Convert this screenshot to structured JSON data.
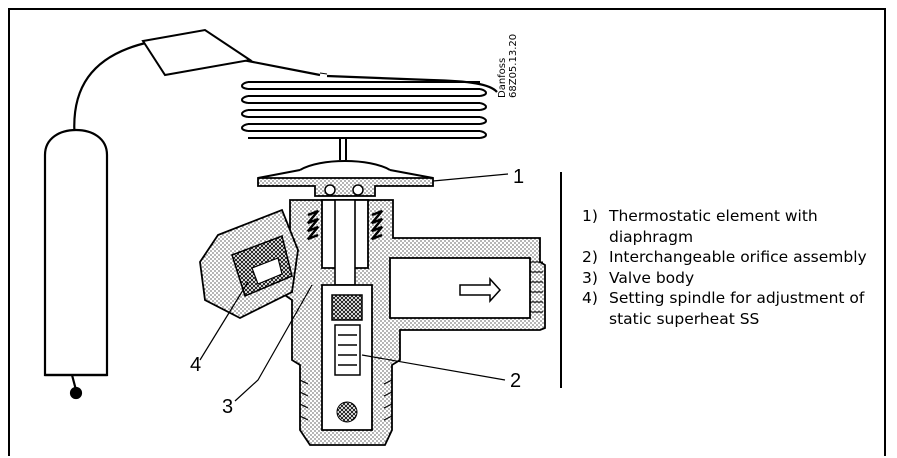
{
  "brand": {
    "line1": "Danfoss",
    "line2": "68Z05.13.20"
  },
  "callouts": [
    "1",
    "2",
    "3",
    "4"
  ],
  "legend": [
    {
      "num": "1)",
      "text": "Thermostatic element with diaphragm"
    },
    {
      "num": "2)",
      "text": "Interchangeable orifice assembly"
    },
    {
      "num": "3)",
      "text": "Valve body"
    },
    {
      "num": "4)",
      "text": "Setting spindle for adjustment of static superheat SS"
    }
  ]
}
